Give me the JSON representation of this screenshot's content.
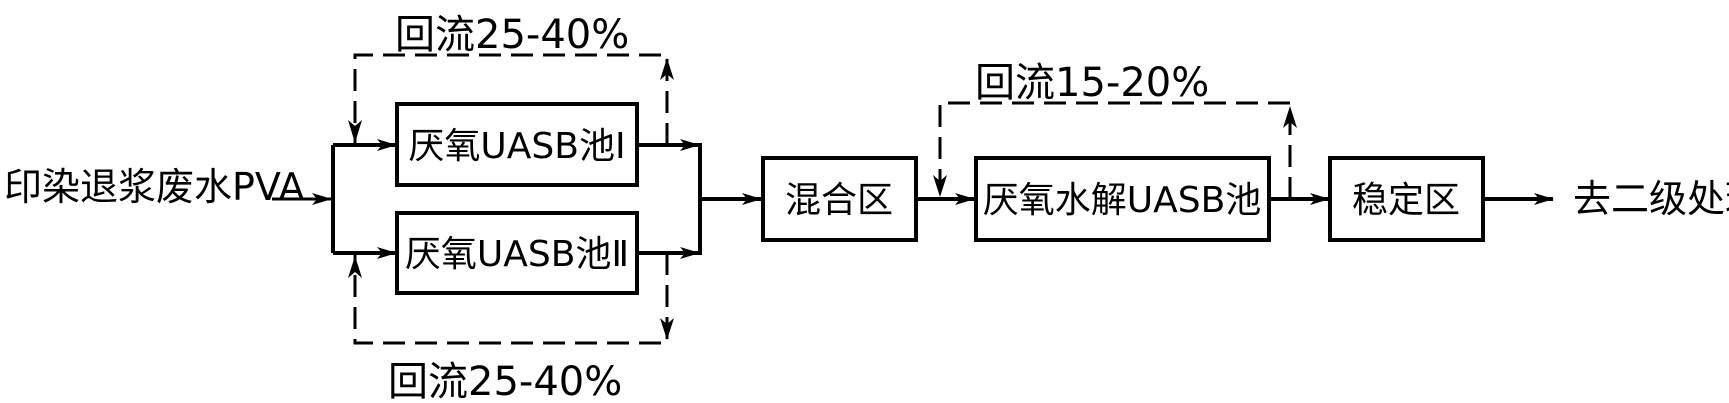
{
  "diagram": {
    "input_label": "印染退浆废水PVA",
    "output_label": "去二级处理",
    "nodes": {
      "uasb_1": "厌氧UASB池Ⅰ",
      "uasb_2": "厌氧UASB池Ⅱ",
      "mixing_zone": "混合区",
      "hydrolysis_uasb": "厌氧水解UASB池",
      "stabilization_zone": "稳定区"
    },
    "recycle": {
      "uasb_1": "回流25-40%",
      "uasb_2": "回流25-40%",
      "hydrolysis": "回流15-20%"
    },
    "colors": {
      "line": "#000000",
      "background": "#ffffff"
    }
  }
}
